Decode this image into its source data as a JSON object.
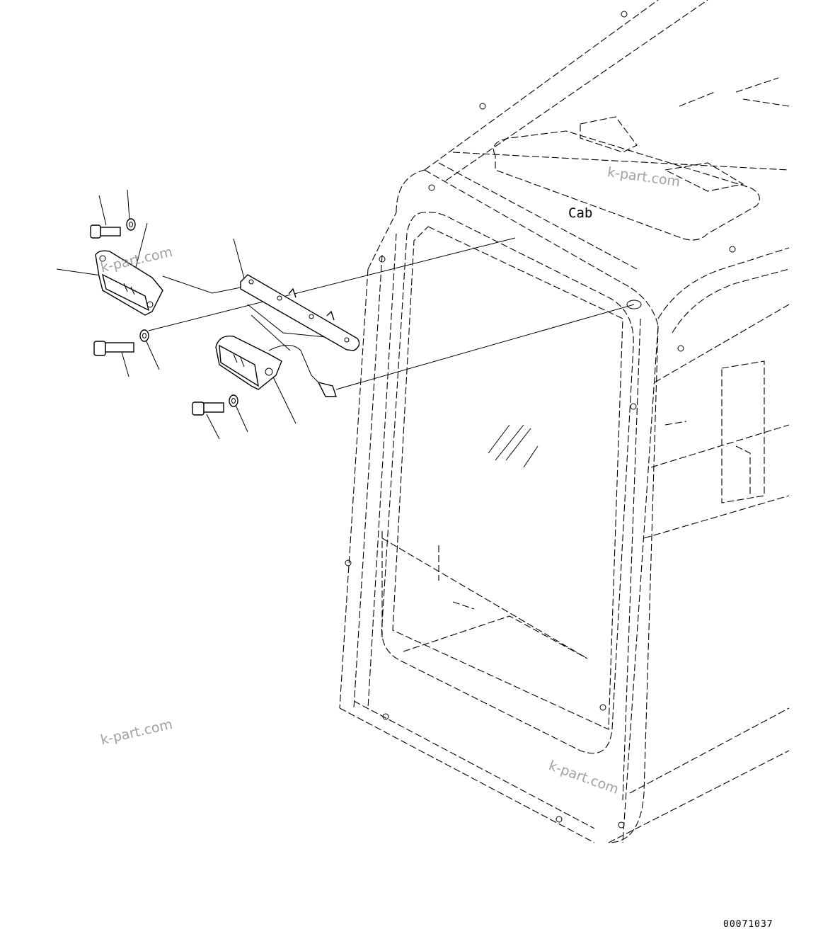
{
  "diagram": {
    "labels": {
      "cab": "Cab"
    },
    "watermarks": [
      "k-part.com",
      "k-part.com",
      "k-part.com",
      "k-part.com"
    ],
    "drawing_number": "00071037"
  }
}
